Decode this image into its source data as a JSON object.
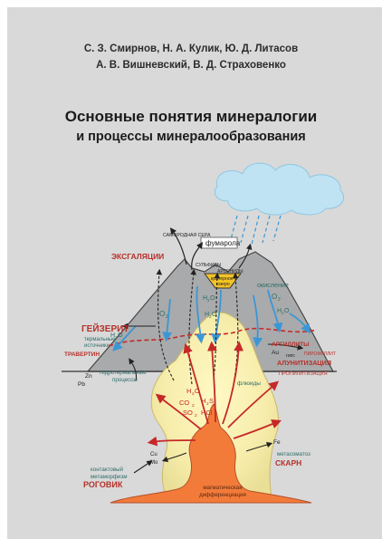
{
  "authors": {
    "line1": "С. З. Смирнов, Н. А. Кулик, Ю. Д. Литасов",
    "line2": "А. В. Вишневский, В. Д. Страховенко"
  },
  "title": {
    "line1": "Основные понятия минералогии",
    "line2": "и процессы минералообразования"
  },
  "labels": {
    "native_sulfur": "САМОРОДНАЯ СЕРА",
    "fumarole": "фумарола",
    "exhalations": "ЭКСГАЛЯЦИИ",
    "sulfides": "СУЛЬФИДЫ",
    "arsenides": "АРСЕНИДЫ",
    "crater_lake_1": "кратерное",
    "crater_lake_2": "озеро",
    "oxidation": "окисление",
    "o2_left": "O",
    "o2_right": "O",
    "h2o_1": "H",
    "h2o_2": "H",
    "h2o_3": "H",
    "h2o_4": "H",
    "geyserite": "ГЕЙЗЕРИТ",
    "thermal_1": "термальные",
    "thermal_2": "источники",
    "travertine": "ТРАВЕРТИН",
    "argillites": "АРГИЛЛИТЫ",
    "au": "Au",
    "gypsum": "гипс",
    "pyrophyllite": "ПИРОФИЛЛИТ",
    "alunitization": "АЛУНИТИЗАЦИЯ",
    "propylitization": "ПРОПИЛИТИЗАЦИЯ",
    "hydrothermal_1": "гидротермальные",
    "hydrothermal_2": "процессы",
    "zn": "Zn",
    "pb": "Pb",
    "fluids": "флюиды",
    "gas_h2o": "H",
    "gas_co2": "CO",
    "gas_h2s": "H",
    "gas_so2": "SO",
    "gas_hcl": "HCl",
    "cu": "Cu",
    "mo": "Mo",
    "fe": "Fe",
    "metasomatosis": "метасоматоз",
    "skarn": "СКАРН",
    "contact_1": "контактовый",
    "contact_2": "метаморфизм",
    "hornfels": "РОГОВИК",
    "magmatic_1": "магматическая",
    "magmatic_2": "дифференциация"
  },
  "colors": {
    "background": "#d9d9d9",
    "mountain": "#a9aaab",
    "magma": "#f27b3a",
    "halo": "#fbf3b5",
    "red_label": "#b5302a",
    "teal_label": "#2d6e6a",
    "water_arrow": "#3a97d6",
    "cloud": "#bfe3f3",
    "lake": "#f4c327"
  }
}
